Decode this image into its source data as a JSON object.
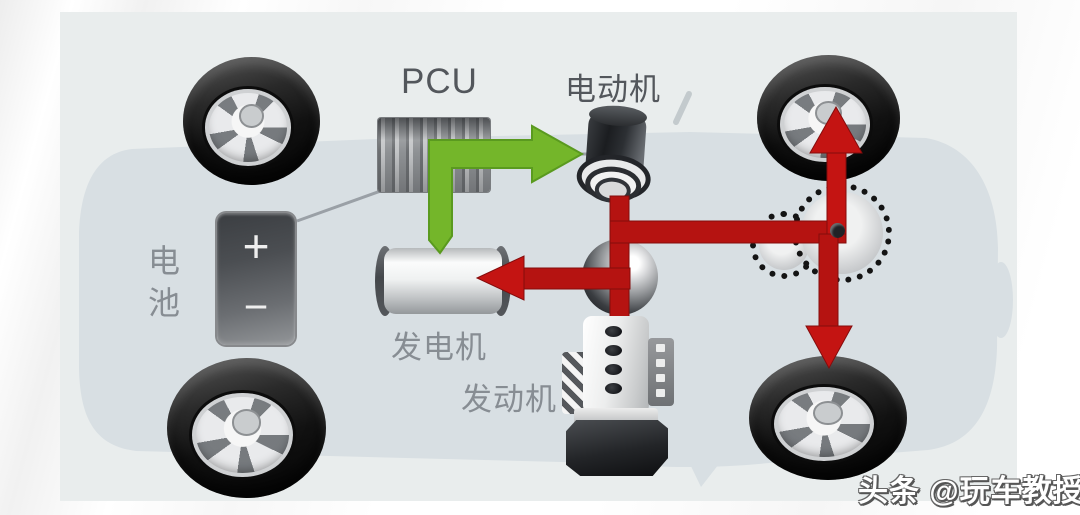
{
  "diagram": {
    "type": "hybrid-powertrain-schematic",
    "labels": {
      "pcu": "PCU",
      "motor": "电动机",
      "battery": "电池",
      "generator": "发电机",
      "engine": "发动机"
    },
    "battery_terminals": {
      "plus": "+",
      "minus": "−"
    },
    "watermark": {
      "text": "头条 @玩车教授"
    },
    "colors": {
      "panel_bg": "#e9eded",
      "car_body": "#d8dfe3",
      "arrow_red": "#b51311",
      "arrow_red_bright": "#c41412",
      "arrow_green": "#74b62a",
      "label_gray": "#878d93",
      "label_dark": "#53575c",
      "watermark_text": "#ffffff"
    },
    "components": {
      "wheels": [
        "wheel-front-left",
        "wheel-front-right",
        "wheel-rear-left",
        "wheel-rear-right"
      ],
      "gears": [
        "gear-large",
        "gear-small"
      ],
      "power_split": "power-split-sphere",
      "arrows": [
        "green-arrow-generator-to-motor",
        "red-shaft-motor-to-engine",
        "red-shaft-to-gears",
        "red-arrow-up-to-front-right-wheel",
        "red-arrow-down-to-rear-right-wheel",
        "red-arrow-left-to-generator"
      ]
    }
  }
}
